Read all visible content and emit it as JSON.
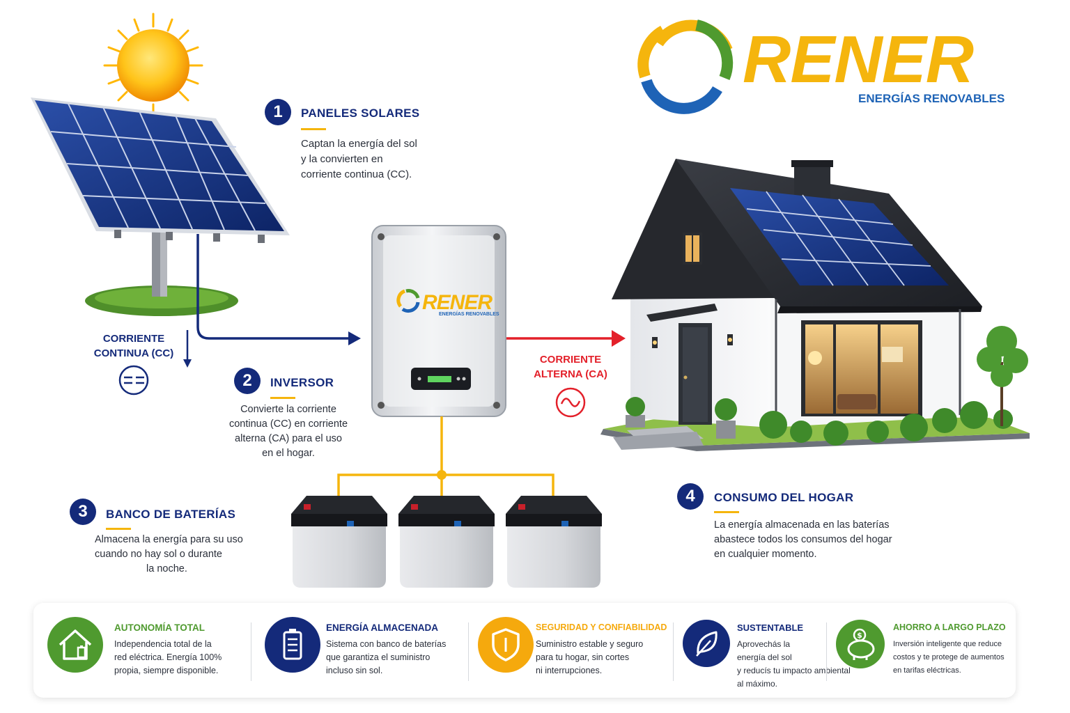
{
  "brand": {
    "name": "RENER",
    "tagline": "ENERGÍAS RENOVABLES",
    "colors": {
      "yellow": "#f5b50d",
      "green": "#4f9a2f",
      "blue": "#1e63b6",
      "navy": "#142a7a",
      "red": "#e3202a"
    }
  },
  "steps": [
    {
      "number": "1",
      "title": "PANELES SOLARES",
      "desc": [
        "Captan la energía del sol",
        "y la convierten en",
        "corriente continua (CC)."
      ]
    },
    {
      "number": "2",
      "title": "INVERSOR",
      "desc": [
        "Convierte la corriente",
        "continua (CC) en corriente",
        "alterna (CA) para el uso",
        "en el hogar."
      ]
    },
    {
      "number": "3",
      "title": "BANCO DE BATERÍAS",
      "desc": [
        "Almacena la energía para su uso",
        "cuando no hay sol o durante",
        "la noche."
      ]
    },
    {
      "number": "4",
      "title": "CONSUMO DEL HOGAR",
      "desc": [
        "La energía almacenada en las baterías",
        "abastece todos los consumos del hogar",
        "en cualquier momento."
      ]
    }
  ],
  "flows": {
    "dc": {
      "line1": "CORRIENTE",
      "line2": "CONTINUA (CC)",
      "symbol": "=="
    },
    "ac": {
      "line1": "CORRIENTE",
      "line2": "ALTERNA (CA)",
      "symbol": "~"
    }
  },
  "features": [
    {
      "title": "AUTONOMÍA TOTAL",
      "color": "#4f9a2f",
      "icon": "house-battery-icon",
      "desc": [
        "Independencia total de la",
        "red eléctrica. Energía 100%",
        "propia, siempre disponible."
      ]
    },
    {
      "title": "ENERGÍA ALMACENADA",
      "color": "#142a7a",
      "icon": "battery-icon",
      "desc": [
        "Sistema con banco de baterías",
        "que garantiza el suministro",
        "incluso sin sol."
      ]
    },
    {
      "title": "SEGURIDAD Y CONFIABILIDAD",
      "color": "#f5a90d",
      "icon": "shield-icon",
      "desc": [
        "Suministro estable y seguro",
        "para tu hogar, sin cortes",
        "ni interrupciones."
      ]
    },
    {
      "title": "SUSTENTABLE",
      "color": "#142a7a",
      "icon": "leaf-icon",
      "desc": [
        "Aprovechás la",
        "energía del sol",
        "y reducís tu impacto ambiental",
        "al máximo."
      ]
    },
    {
      "title": "AHORRO A LARGO PLAZO",
      "color": "#4f9a2f",
      "icon": "piggy-bank-icon",
      "desc": [
        "Inversión inteligente que reduce",
        "costos y te protege de aumentos",
        "en tarifas eléctricas."
      ]
    }
  ]
}
